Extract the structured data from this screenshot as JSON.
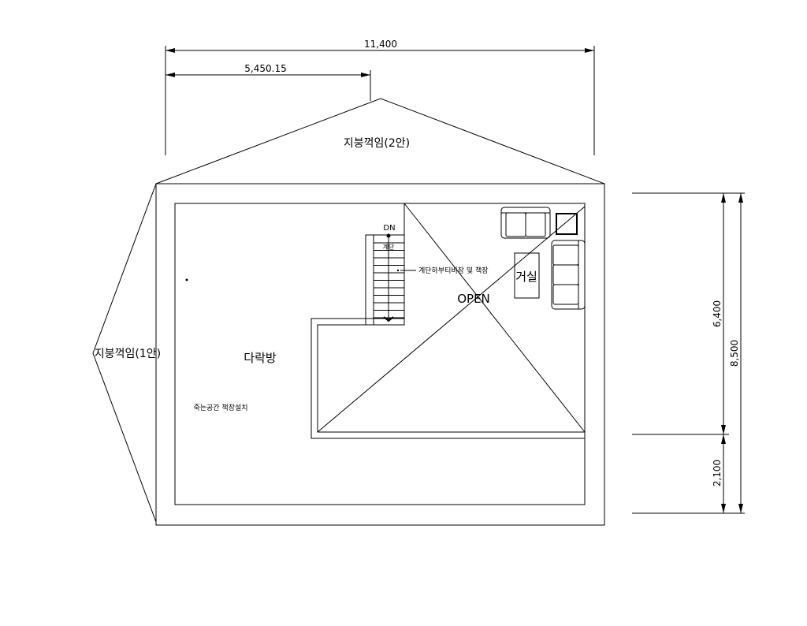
{
  "dimensions": {
    "total_width": "11,400",
    "partial_width": "5,450.15",
    "upper_height": "6,400",
    "total_height": "8,500",
    "lower_height": "2,100"
  },
  "labels": {
    "roof_break_2": "지붕꺽임(2안)",
    "roof_break_1": "지붕꺽임(1안)",
    "attic_room": "다락방",
    "dead_space_note": "죽는공간 책장설치",
    "stair_down": "DN",
    "stair": "계단",
    "stair_note": "계단하부티비장 및 책장",
    "open": "OPEN",
    "living_room": "거실"
  }
}
